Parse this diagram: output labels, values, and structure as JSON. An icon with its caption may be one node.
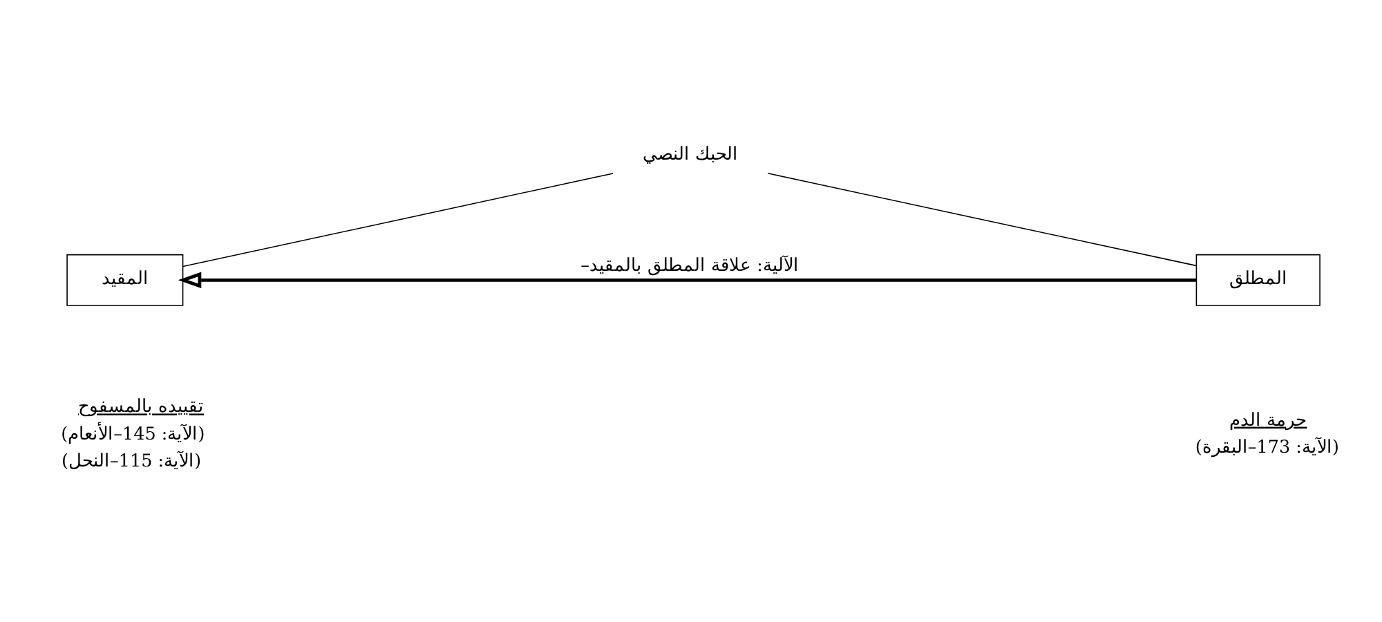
{
  "diagram": {
    "nodes": [
      {
        "text": [
          "الحبك النصي"
        ]
      },
      {
        "text": [
          "المقيد"
        ],
        "beside": [
          "تقييده بالمسفوح",
          "(الآية: 145–الأنعام)",
          "(الآية: 115–النحل)"
        ]
      },
      {
        "text": [
          "المطلق"
        ],
        "beside": [
          "حرمة الدم",
          "(الآية: 173–البقرة)"
        ]
      }
    ],
    "edges": [
      {
        "from": 0,
        "to": 1,
        "arrow": "none"
      },
      {
        "from": 0,
        "to": 2,
        "arrow": "none"
      },
      {
        "from": 2,
        "to": 1,
        "arrow": "to",
        "label": "–الآلية: علاقة المطلق بالمقيد",
        "style": "thick"
      }
    ]
  }
}
